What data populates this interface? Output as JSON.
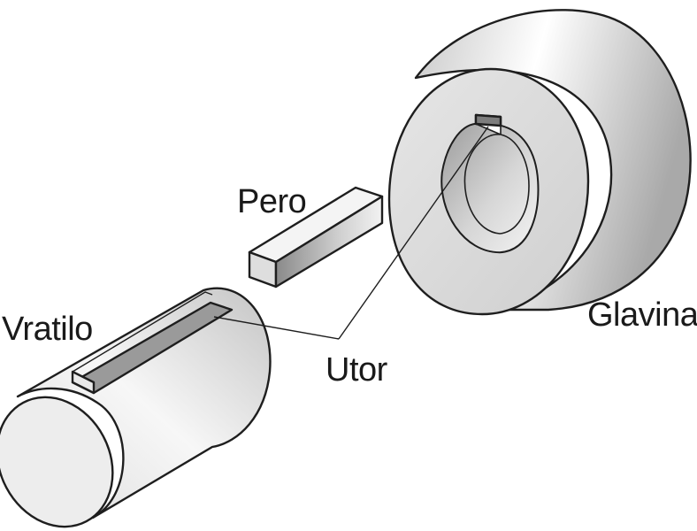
{
  "labels": {
    "pero": "Pero",
    "vratilo": "Vratilo",
    "utor": "Utor",
    "glavina": "Glavina"
  },
  "colors": {
    "outline": "#1e1e1e",
    "light_face": "#f1f1f1",
    "mid_face": "#d8d8d8",
    "dark_face": "#8e8e8e"
  }
}
